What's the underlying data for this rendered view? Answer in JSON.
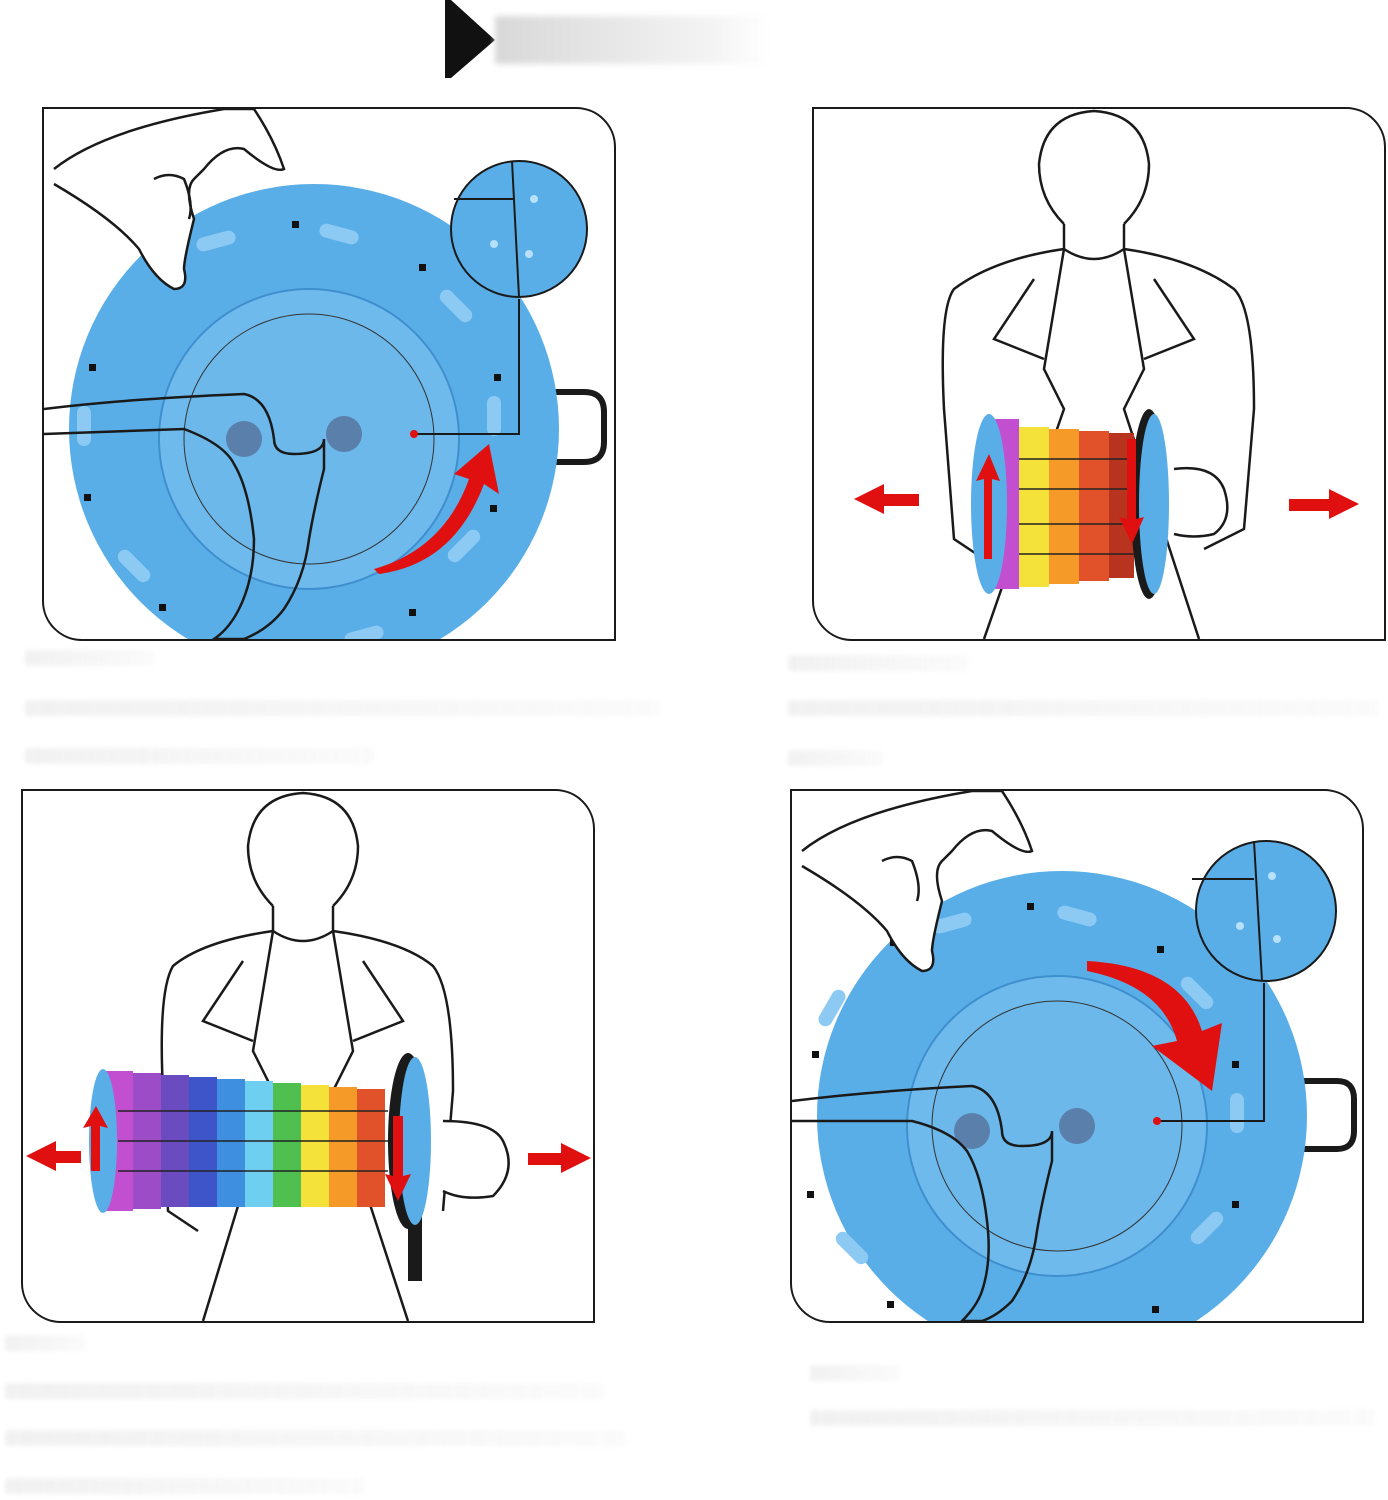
{
  "header": {
    "icon": "play-triangle-icon"
  },
  "colors": {
    "disc_blue": "#5aaee8",
    "disc_light": "#8ccaf4",
    "arrow_red": "#e01010",
    "line": "#1a1a1a",
    "rainbow": [
      "#c24fd0",
      "#9b4cc6",
      "#6b4bc0",
      "#3d55c8",
      "#3f8fe0",
      "#6ecff0",
      "#4fbf4f",
      "#f4e23a",
      "#f59a28",
      "#e2522a"
    ]
  },
  "steps": [
    {
      "panel": "step-1-rotate-disc",
      "arrow": "curved-up"
    },
    {
      "panel": "step-2-pull-apart",
      "arrows": [
        "left",
        "right"
      ]
    },
    {
      "panel": "step-3-fully-extended",
      "arrows": [
        "left",
        "right"
      ]
    },
    {
      "panel": "step-4-rotate-disc",
      "arrow": "curved-down"
    }
  ]
}
